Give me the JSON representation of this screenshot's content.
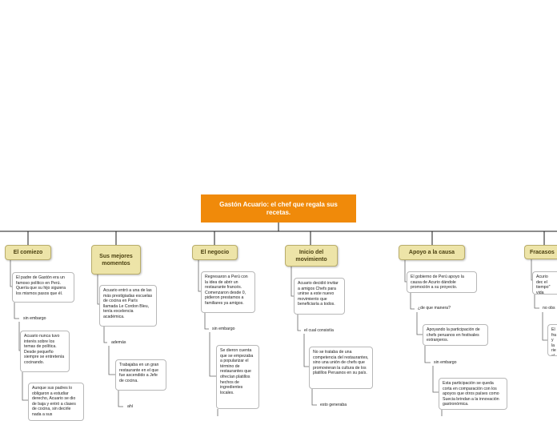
{
  "root": {
    "title": "Gastón Acuario: el chef que regala sus recetas."
  },
  "branches": {
    "comienzo": {
      "label": "El comiezo",
      "note1": "El padre de Gastón era un famoso político en Perú. Quería que su hijo siguiera los mismos pasos que él.",
      "link1": "sin embargo",
      "note2": "Acuario nunca tuvo interés sobre los temas de política. Desde pequeño siempre se entretenía cocinando.",
      "note3": "Aunque sus padres lo obligaron a estudiar derecho, Acuario se dio de baja y entró a clases de cocina, sin decirle nada a sus"
    },
    "mejores": {
      "label": "Sus mejores momentos",
      "note1": "Acuario entró a una de las más prestigiadas escuelas de cocina en París llamada Le Cordon Bleu, tenía excelencia académica.",
      "link1": "además",
      "note2": "Trabajaba en un gran restaurante en el que fue ascendido a Jefe de cocina.",
      "link2": "ahí"
    },
    "negocio": {
      "label": "El negocio",
      "note1": "Regresaron a Perú con la idea de abrir un restaurante francés. Comenzaron desde 0, pidieron prestamos a familiares ya amigos.",
      "link1": "sin embargo",
      "note2": "Se dieron cuenta que se empezaba a popularizar el término de restaurantes que ofrecían platillos hechos de ingredientes locales."
    },
    "inicio": {
      "label": "Inicio del movimiento",
      "note1": "Acuario decidió invitar a amigos Chefs para unirse a este nuevo movimiento que beneficiaría a todos.",
      "link1": "el cual consistía",
      "note2": "No se trataba de una competencia del restaurantes, sino una unión de chefs que promovieran la cultura de los platillos Peruanos en su país.",
      "link2": "esto generaba"
    },
    "apoyo": {
      "label": "Apoyo a la causa",
      "note1": "El gobierno de Perú apoyo la causa de Acurio dándole promoción a su proyecto.",
      "link1": "¿de que manera?",
      "note2": "Apoyando la participación de chefs peruanos en festivales extranjeros.",
      "link2": "sin embargo",
      "note3": "Esta participación se queda corta en comparación con los apoyos que otros países como Suecia brindan a la innovación gastronómica."
    },
    "fracasos": {
      "label": "Fracasos",
      "note1": "Acurio dec el tiempo\" vida profe",
      "link1": "no obs",
      "note2": "El fra y la rie el f"
    }
  }
}
